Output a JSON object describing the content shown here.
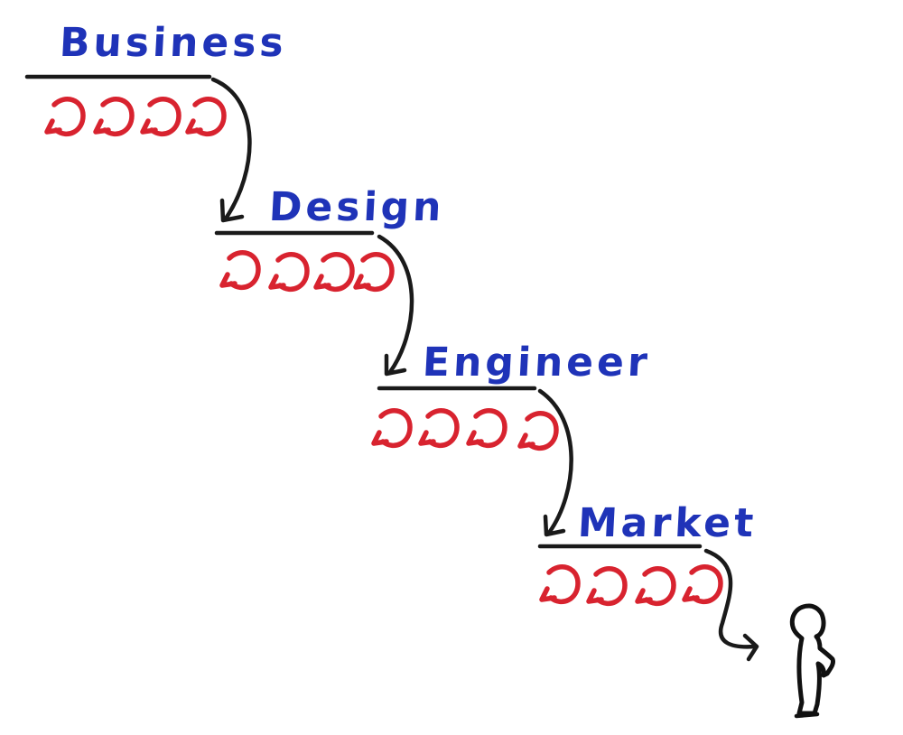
{
  "diagram": {
    "type": "waterfall-process",
    "style": "hand-drawn",
    "colors": {
      "label": "#1f33b8",
      "loops": "#d8232f",
      "arrows": "#1a1a1a",
      "background": "#ffffff"
    },
    "stages": [
      {
        "label": "Business",
        "iteration_loops": 4
      },
      {
        "label": "Design",
        "iteration_loops": 4
      },
      {
        "label": "Engineer",
        "iteration_loops": 4
      },
      {
        "label": "Market",
        "iteration_loops": 4
      }
    ],
    "flow": [
      "Business",
      "Design",
      "Engineer",
      "Market",
      "customer"
    ],
    "end_figure": "person-icon"
  }
}
